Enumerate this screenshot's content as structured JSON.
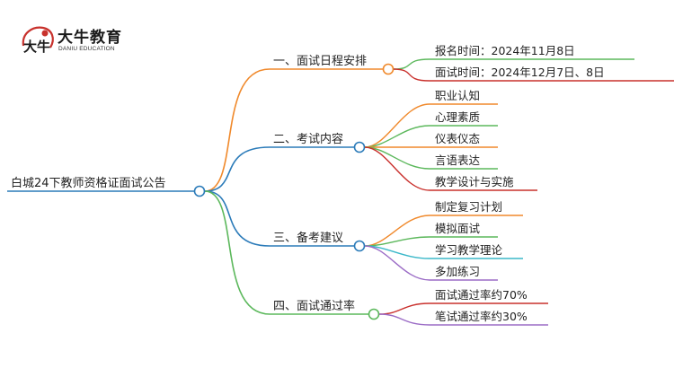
{
  "logo": {
    "name_cn": "大牛教育",
    "name_en": "DANIU EDUCATION",
    "mark_text": "大牛",
    "colors": {
      "mark": "#c8312c",
      "text": "#1a1a1a"
    }
  },
  "root": {
    "label": "白城24下教师资格证面试公告",
    "color": "#2b7bb9"
  },
  "branches": [
    {
      "label": "一、面试日程安排",
      "color": "#f0892b",
      "children": [
        {
          "label": "报名时间：2024年11月8日",
          "color": "#5cb85c"
        },
        {
          "label": "面试时间：2024年12月7日、8日",
          "color": "#c9302c"
        }
      ]
    },
    {
      "label": "二、考试内容",
      "color": "#2b7bb9",
      "children": [
        {
          "label": "职业认知",
          "color": "#f0892b"
        },
        {
          "label": "心理素质",
          "color": "#5cb85c"
        },
        {
          "label": "仪表仪态",
          "color": "#f0892b"
        },
        {
          "label": "言语表达",
          "color": "#5cb85c"
        },
        {
          "label": "教学设计与实施",
          "color": "#c9302c"
        }
      ]
    },
    {
      "label": "三、备考建议",
      "color": "#2b7bb9",
      "children": [
        {
          "label": "制定复习计划",
          "color": "#f0892b"
        },
        {
          "label": "模拟面试",
          "color": "#5cb85c"
        },
        {
          "label": "学习教学理论",
          "color": "#3bb8c9"
        },
        {
          "label": "多加练习",
          "color": "#9b6cc6"
        }
      ]
    },
    {
      "label": "四、面试通过率",
      "color": "#5cb85c",
      "children": [
        {
          "label": "面试通过率约70%",
          "color": "#c9302c"
        },
        {
          "label": "笔试通过率约30%",
          "color": "#9b6cc6"
        }
      ]
    }
  ]
}
